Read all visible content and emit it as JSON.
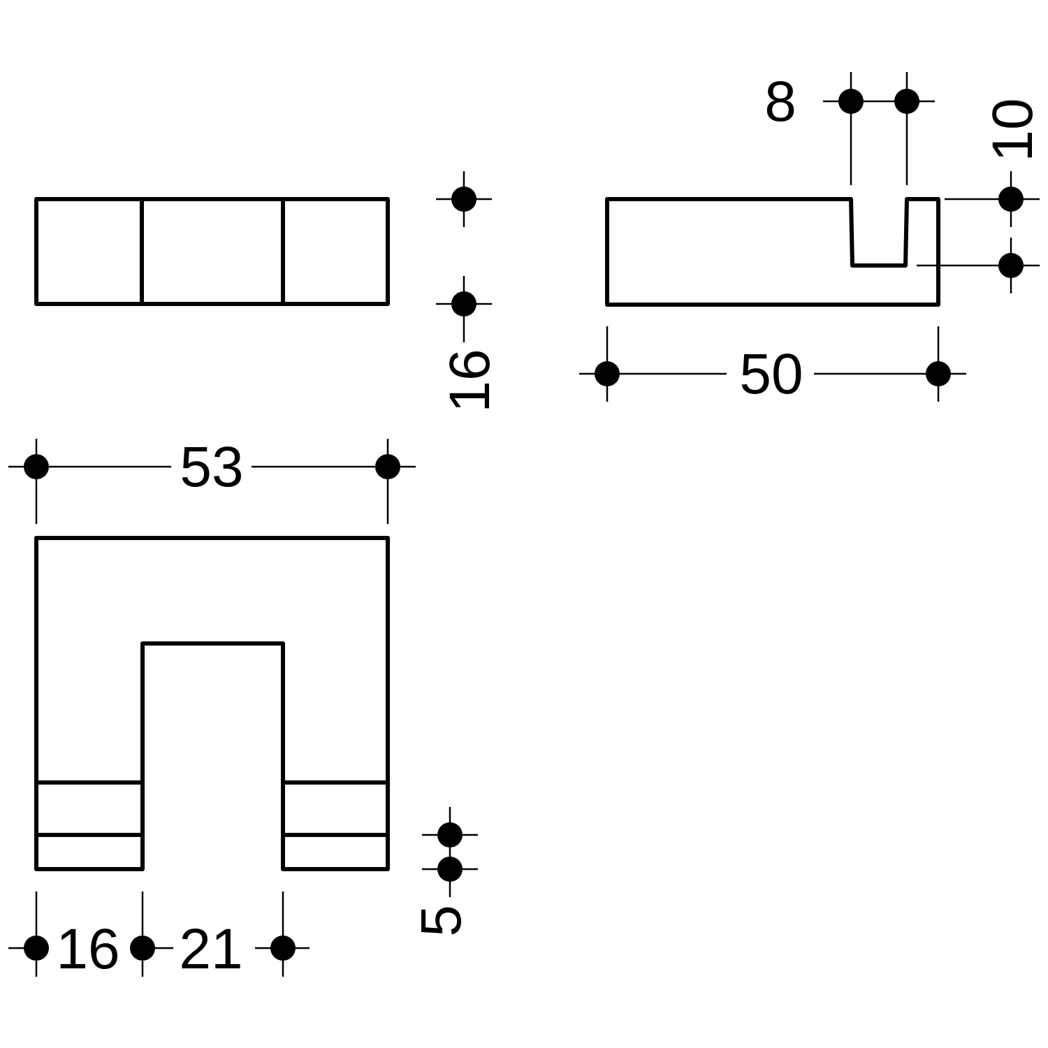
{
  "colors": {
    "stroke": "#000000",
    "background": "#ffffff"
  },
  "dimensions": {
    "top_view_height": "16",
    "side_view_length": "50",
    "side_slot_width": "8",
    "side_slot_depth": "10",
    "front_width": "53",
    "front_leg_width": "16",
    "front_gap_width": "21",
    "front_strip_height": "5"
  }
}
